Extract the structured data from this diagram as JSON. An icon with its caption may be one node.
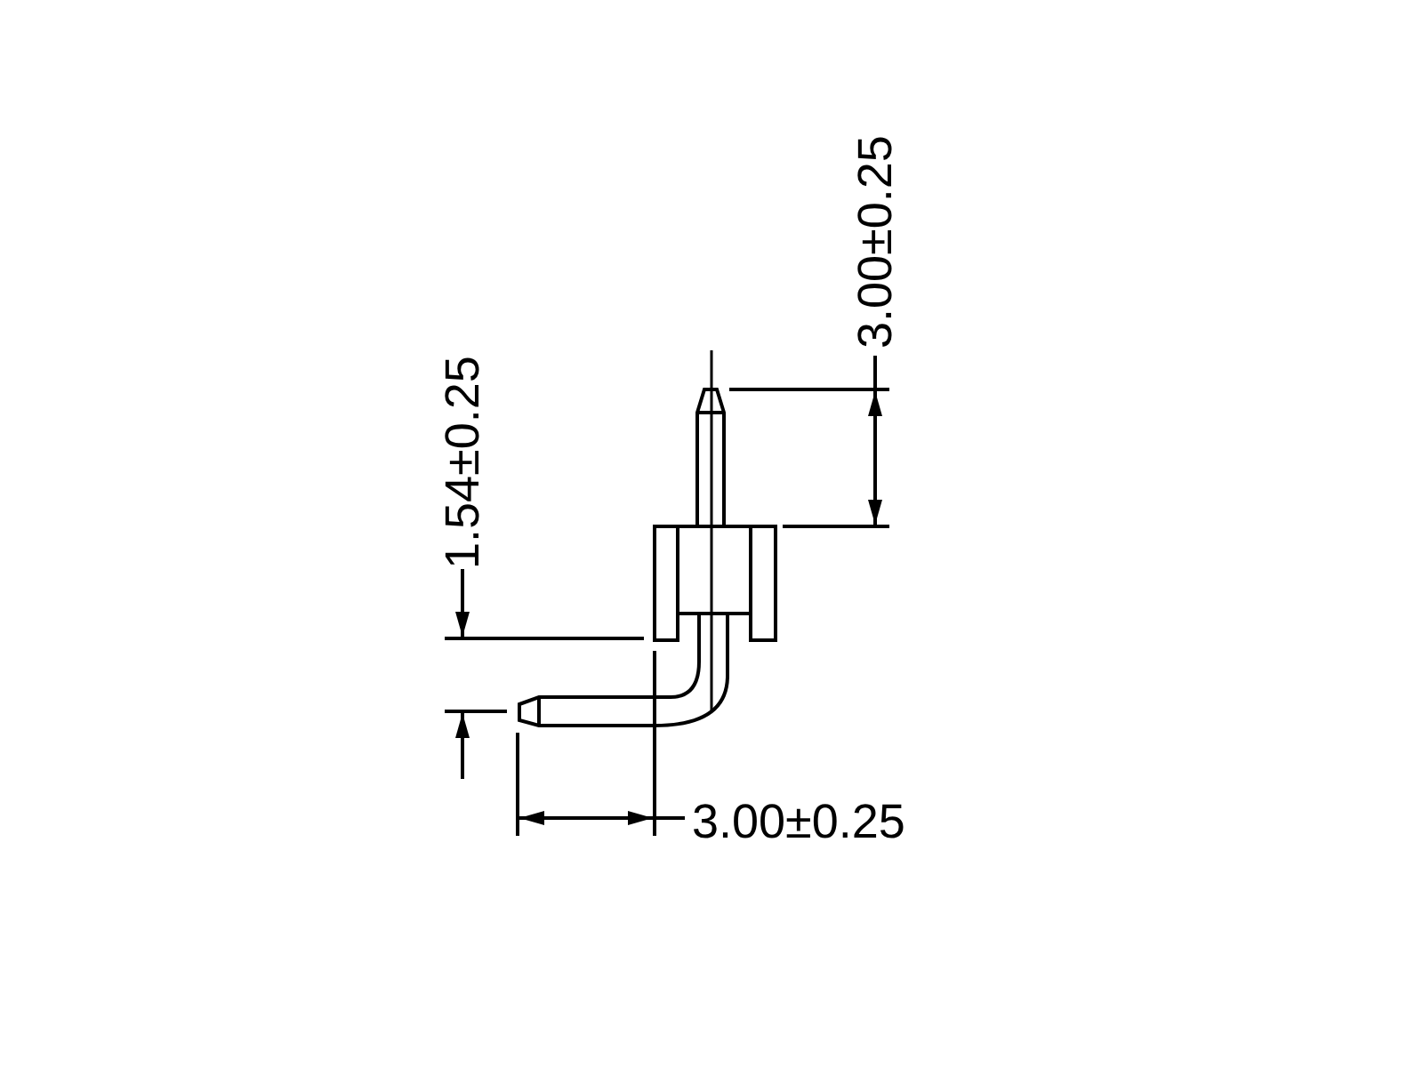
{
  "diagram": {
    "labels": [
      "3.00±0.25",
      "1.54±0.25",
      "3.00±0.25"
    ]
  }
}
